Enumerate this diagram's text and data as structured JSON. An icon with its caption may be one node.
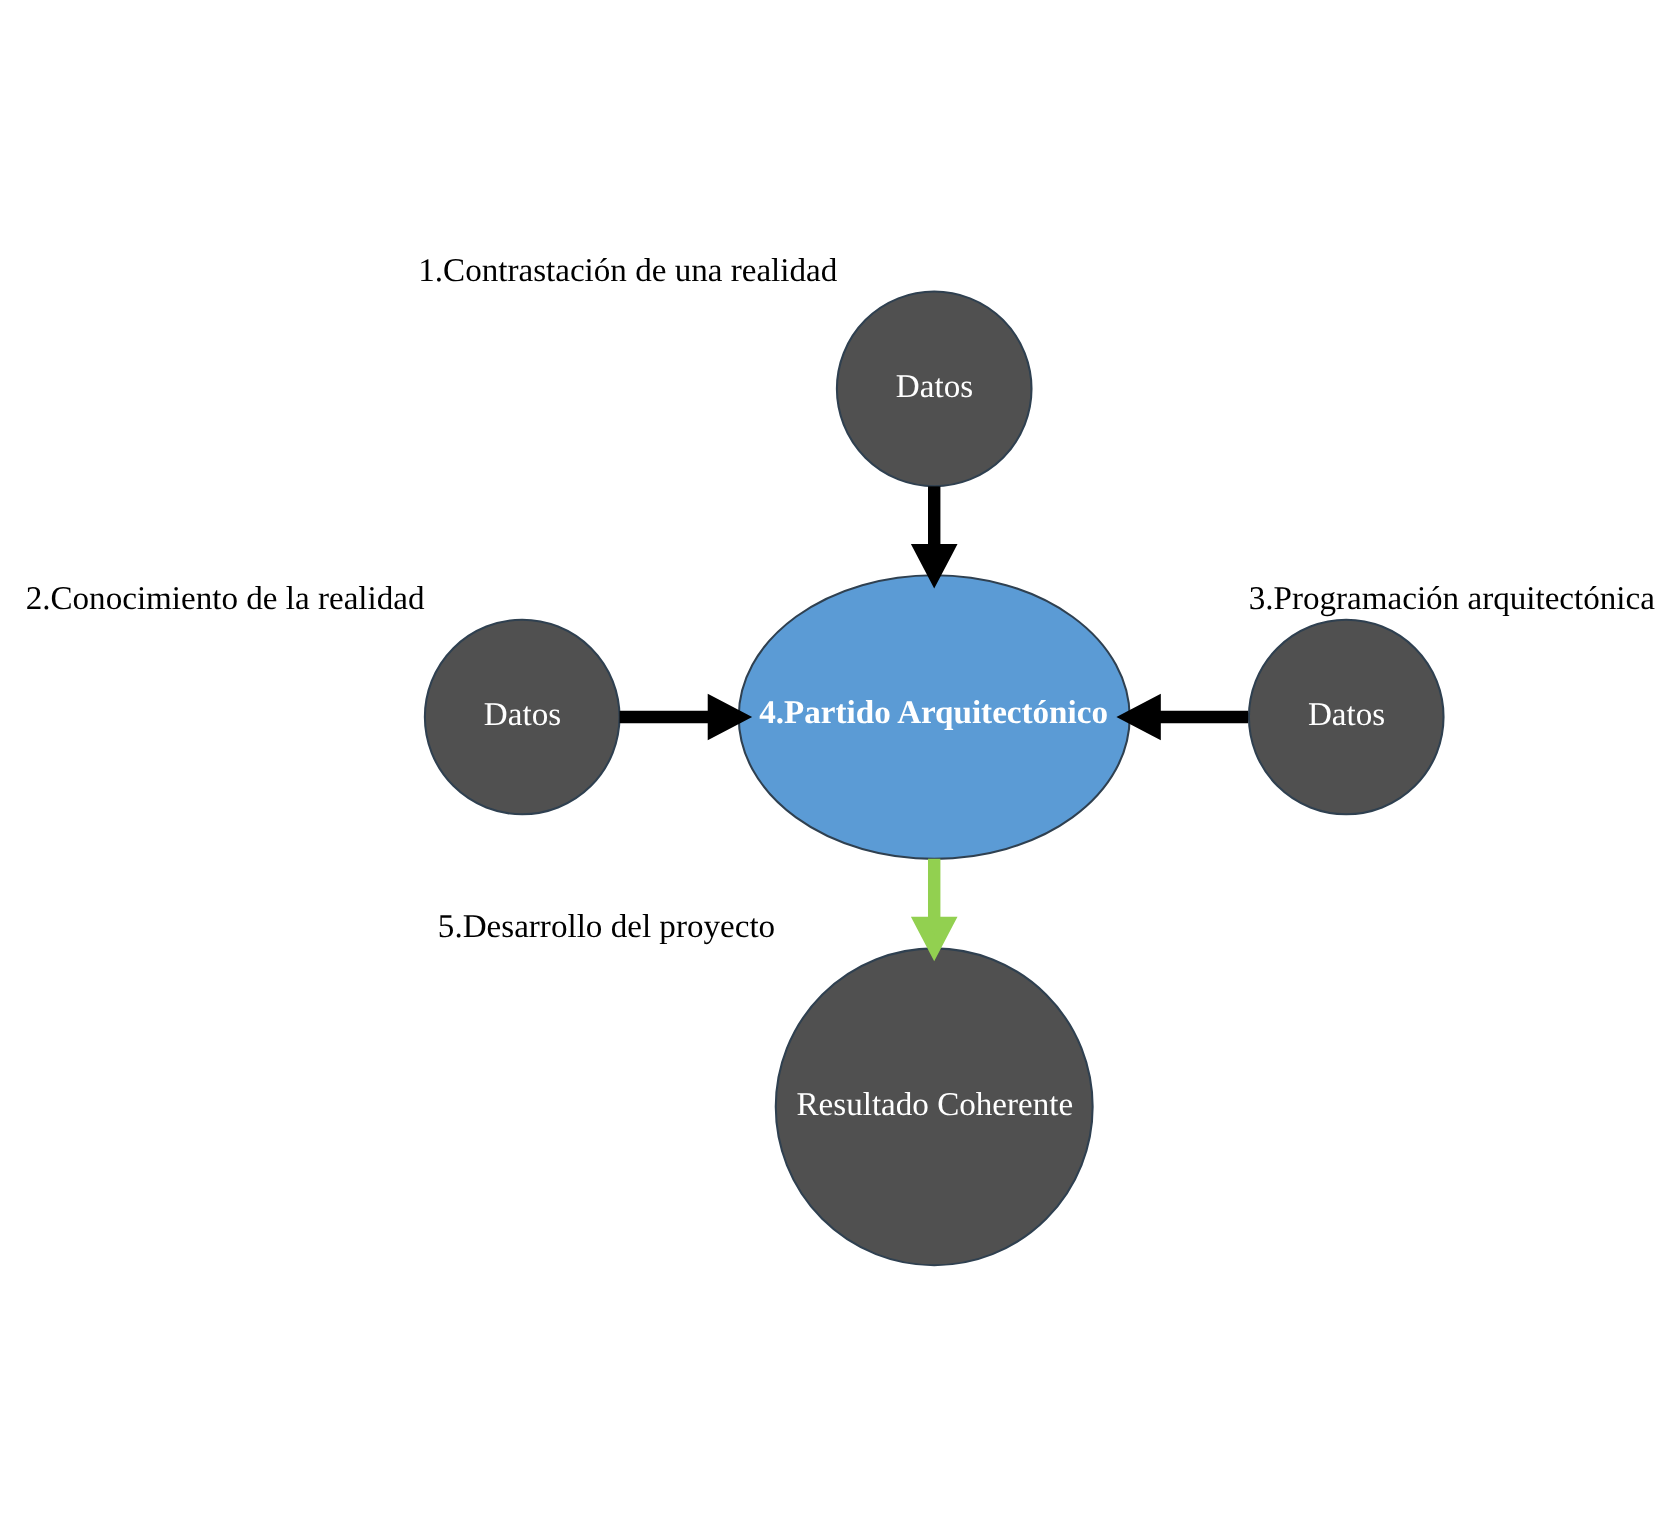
{
  "diagram": {
    "nodes": [
      {
        "text": [
          "Datos"
        ],
        "beside": [
          "1.Contrastación de una realidad"
        ]
      },
      {
        "text": [
          "Datos"
        ],
        "beside": [
          "2.Conocimiento de la realidad"
        ]
      },
      {
        "text": [
          "4.Partido Arquitectónico"
        ]
      },
      {
        "text": [
          "Datos"
        ],
        "beside": [
          "3.Programación arquitectónica"
        ]
      },
      {
        "text": [
          "Resultado Coherente"
        ],
        "beside": [
          "5.Desarrollo del proyecto"
        ]
      }
    ],
    "edges": [
      {
        "from": 0,
        "to": 2,
        "arrow": "to"
      },
      {
        "from": 1,
        "to": 2,
        "arrow": "to"
      },
      {
        "from": 3,
        "to": 2,
        "arrow": "to"
      },
      {
        "from": 2,
        "to": 4,
        "arrow": "to",
        "color": "#92d050"
      }
    ]
  }
}
